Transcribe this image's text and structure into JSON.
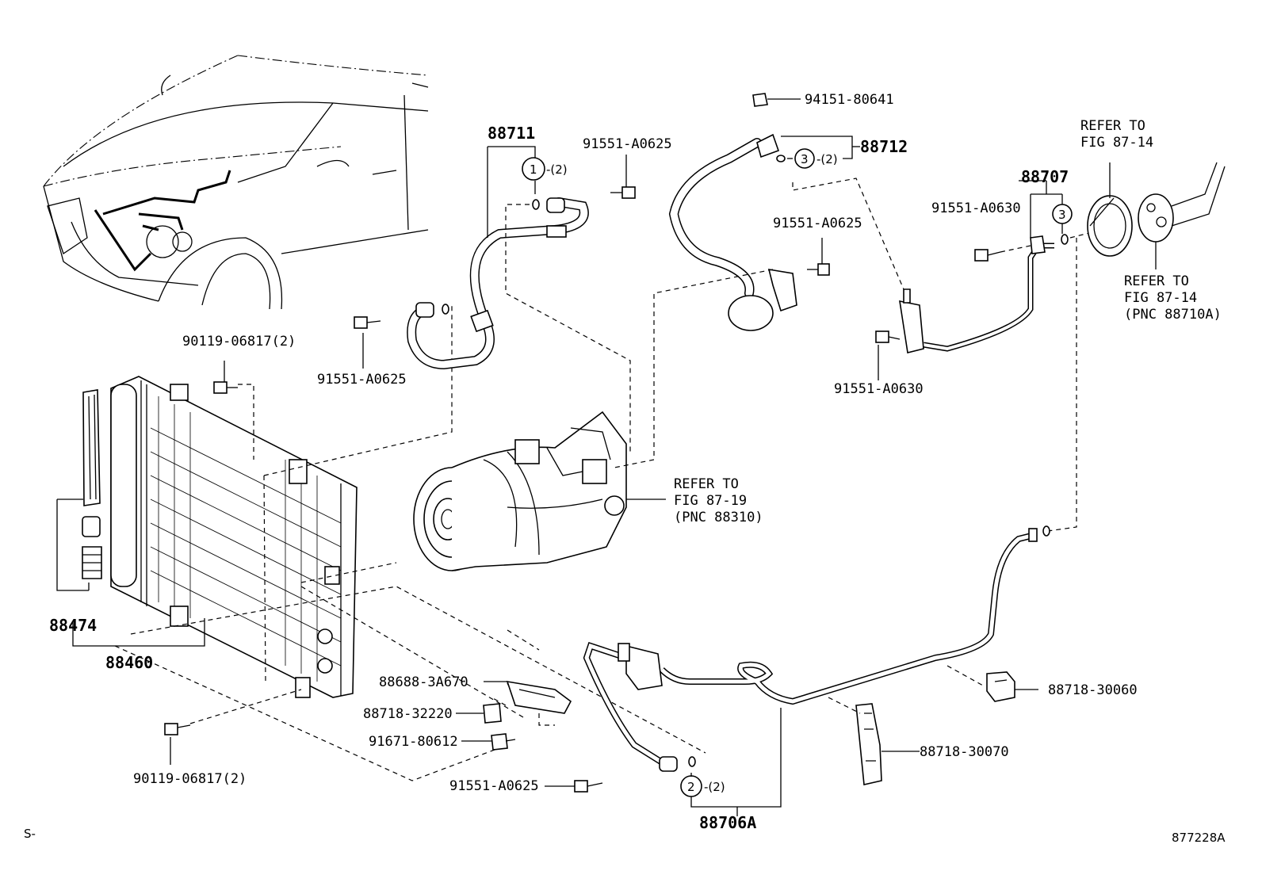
{
  "labels": {
    "p94151": "94151-80641",
    "p88711": "88711",
    "p91551a": "91551-A0625",
    "p88712": "88712",
    "p88707": "88707",
    "p91551b": "91551-A0630",
    "p91551c": "91551-A0625",
    "p91551d": "91551-A0630",
    "p90119a": "90119-06817(2)",
    "p91551e": "91551-A0625",
    "p88474": "88474",
    "p88460": "88460",
    "p88688": "88688-3A670",
    "p88718a": "88718-32220",
    "p91671": "91671-80612",
    "p90119b": "90119-06817(2)",
    "p91551f": "91551-A0625",
    "p88706": "88706A",
    "p88718b": "88718-30060",
    "p88718c": "88718-30070",
    "qty1": "-(2)",
    "qty3": "-(2)",
    "qty2": "-(2)",
    "circ1": "1",
    "circ2": "2",
    "circ3a": "3",
    "circ3b": "3",
    "footer_left": "S-",
    "footer_right": "877228A"
  },
  "refs": {
    "refer_to": "REFER TO",
    "fig8714": "FIG 87-14",
    "fig8719": "FIG 87-19",
    "pnc88310": "(PNC 88310)",
    "pnc88710a": "(PNC 88710A)"
  }
}
